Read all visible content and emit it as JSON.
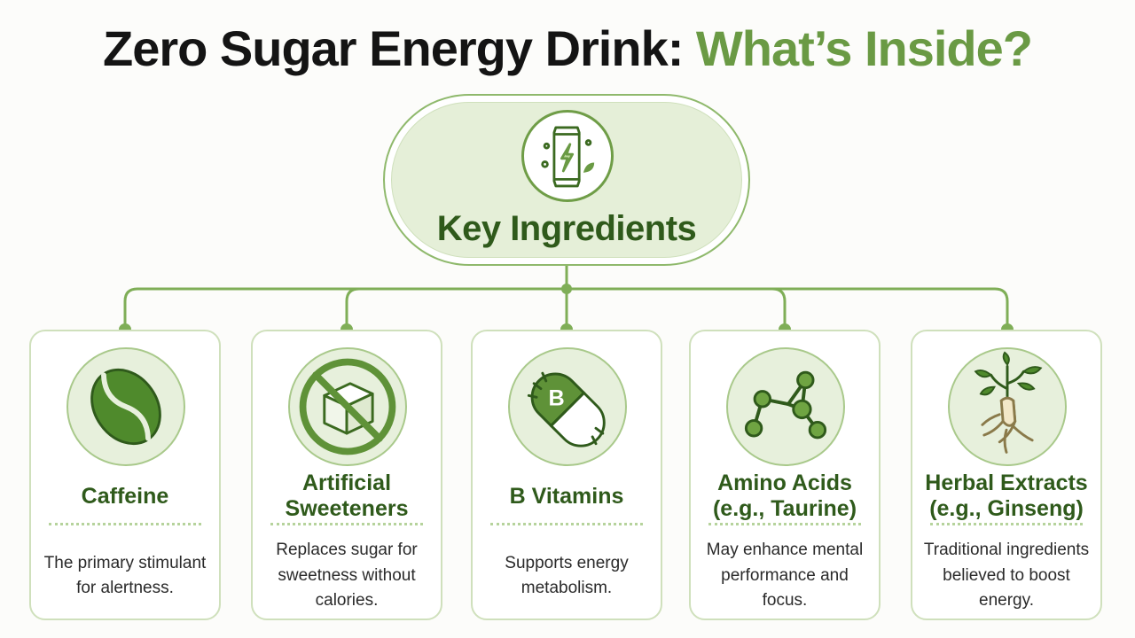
{
  "title": {
    "main": "Zero Sugar Energy Drink:",
    "accent": "What’s Inside?"
  },
  "hub": {
    "label": "Key Ingredients",
    "icon": "energy-can-icon"
  },
  "colors": {
    "accent": "#6a9a44",
    "dark_green": "#2f5a1b",
    "light_green": "#e5efd8",
    "border": "#cfe0bc"
  },
  "cards": [
    {
      "title": "Caffeine",
      "description": "The primary stimulant\nfor alertness.",
      "icon": "coffee-bean-icon"
    },
    {
      "title": "Artificial\nSweeteners",
      "description": "Replaces sugar for\nsweetness without\ncalories.",
      "icon": "no-sugar-cube-icon"
    },
    {
      "title": "B Vitamins",
      "description": "Supports energy\nmetabolism.",
      "icon": "vitamin-b-capsule-icon"
    },
    {
      "title": "Amino Acids\n(e.g., Taurine)",
      "description": "May enhance mental\nperformance and focus.",
      "icon": "molecule-icon"
    },
    {
      "title": "Herbal Extracts\n(e.g., Ginseng)",
      "description": "Traditional ingredients\nbelieved to boost energy.",
      "icon": "ginseng-root-icon"
    }
  ]
}
